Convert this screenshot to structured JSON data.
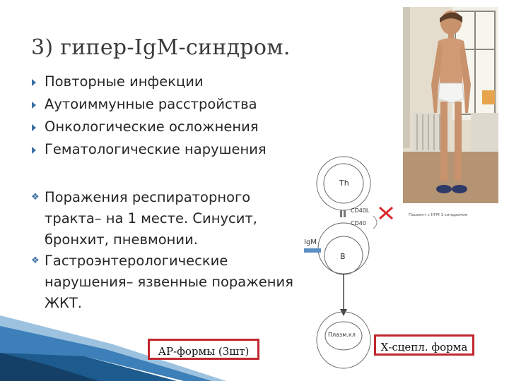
{
  "slide": {
    "title": "3) гипер-IgM-синдром.",
    "bullets_primary": [
      "Повторные инфекции",
      "Аутоиммунные расстройства",
      "Онкологические осложнения",
      "Гематологические нарушения"
    ],
    "bullets_secondary": [
      "Поражения респираторного тракта– на 1 месте. Синусит, бронхит, пневмонии.",
      "Гастроэнтерологические нарушения– язвенные поражения ЖКТ."
    ],
    "photo_caption": "Пациент с НГМ 1-синдромом",
    "diagram": {
      "th_label": "Th",
      "cd40l_label": "CD40L",
      "cd40_label": "CD40",
      "igm_label": "IgM",
      "b_label": "B",
      "plasma_label": "Плазм.кл"
    },
    "label_ar": "АР-формы (3шт)",
    "label_x": "Х-сцепл. форма"
  },
  "colors": {
    "accent_blue": "#3a6fa2",
    "box_red": "#c0282f",
    "cross_red": "#d9262c",
    "igm_bar": "#5b8fc4"
  },
  "icons": [
    "triangle-bullet-icon",
    "diamond-bullet-icon",
    "red-cross-icon",
    "down-arrow-icon"
  ]
}
